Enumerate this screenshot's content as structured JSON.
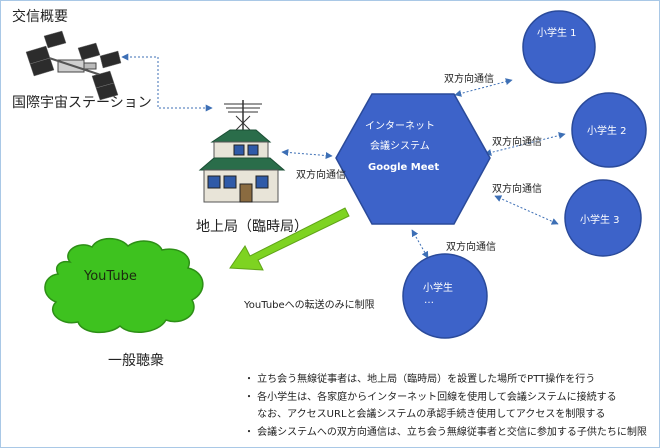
{
  "title": "交信概要",
  "nodes": {
    "iss": "国際宇宙ステーション",
    "ground_station": "地上局（臨時局）",
    "system_line1": "インターネット",
    "system_line2": "会議システム",
    "system_line3": "Google Meet",
    "student1": "小学生 1",
    "student2": "小学生 2",
    "student3": "小学生 3",
    "student4_line1": "小学生",
    "student4_line2": "…",
    "youtube": "YouTube",
    "audience": "一般聴衆"
  },
  "links": {
    "ground_system": "双方向通信",
    "system_student1": "双方向通信",
    "system_student2": "双方向通信",
    "system_student3": "双方向通信",
    "system_student4": "双方向通信",
    "youtube_note": "YouTubeへの転送のみに制限"
  },
  "notes": [
    "・ 立ち会う無線従事者は、地上局（臨時局）を設置した場所でPTT操作を行う",
    "・ 各小学生は、各家庭からインターネット回線を使用して会議システムに接続する",
    "　 なお、アクセスURLと会議システムの承認手続き使用してアクセスを制限する",
    "・ 会議システムへの双方向通信は、立ち会う無線従事者と交信に参加する子供たちに制限"
  ],
  "colors": {
    "node_fill": "#3d63c9",
    "node_stroke": "#2a4a9a",
    "cloud_fill": "#3ec21f",
    "arrow_green": "#7ed321",
    "link_blue": "#3d6fb5"
  }
}
